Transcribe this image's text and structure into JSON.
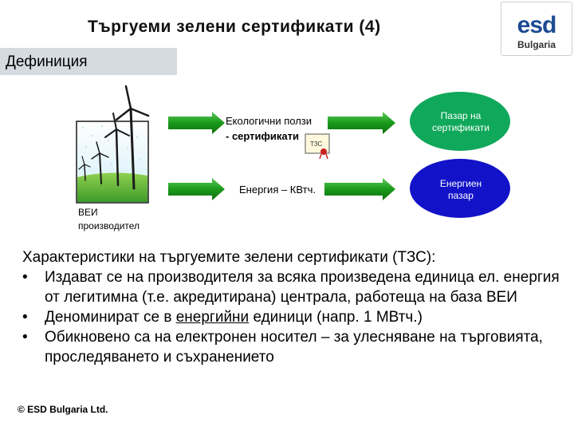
{
  "title": "Търгуеми зелени сертификати (4)",
  "logo": {
    "brand": "esd",
    "country": "Bulgaria",
    "accent": "#1b4b92"
  },
  "definition_heading": "Дефиниция",
  "diagram": {
    "producer_line1": "ВЕИ",
    "producer_line2": "производител",
    "eco_line1": "Екологични ползи",
    "eco_line2": "- сертификати",
    "energy_label": "Енергия – КВтч.",
    "certificate_tag": "ТЗС",
    "market1_line1": "Пазар на",
    "market1_line2": "сертификати",
    "market2_line1": "Енергиен",
    "market2_line2": "пазар",
    "colors": {
      "arrow": "#1a9a1a",
      "market1": "#10a85a",
      "market2": "#1212c8",
      "sky": "#dff2fb"
    }
  },
  "content": {
    "intro": "Характеристики на търгуемите зелени сертификати (ТЗС):",
    "bullet_symbol": "•",
    "b1": "Издават се на производителя за всяка произведена единица ел. енергия от легитимна (т.е. акредитирана) централа, работеща на база ВЕИ",
    "b2_pre": "Деноминират се в ",
    "b2_u": "енергийни",
    "b2_post": " единици (напр. 1 МВтч.)",
    "b3": "Обикновено са на електронен носител – за улесняване на търговията, проследяването и съхранението"
  },
  "footer": "© ESD Bulgaria Ltd."
}
